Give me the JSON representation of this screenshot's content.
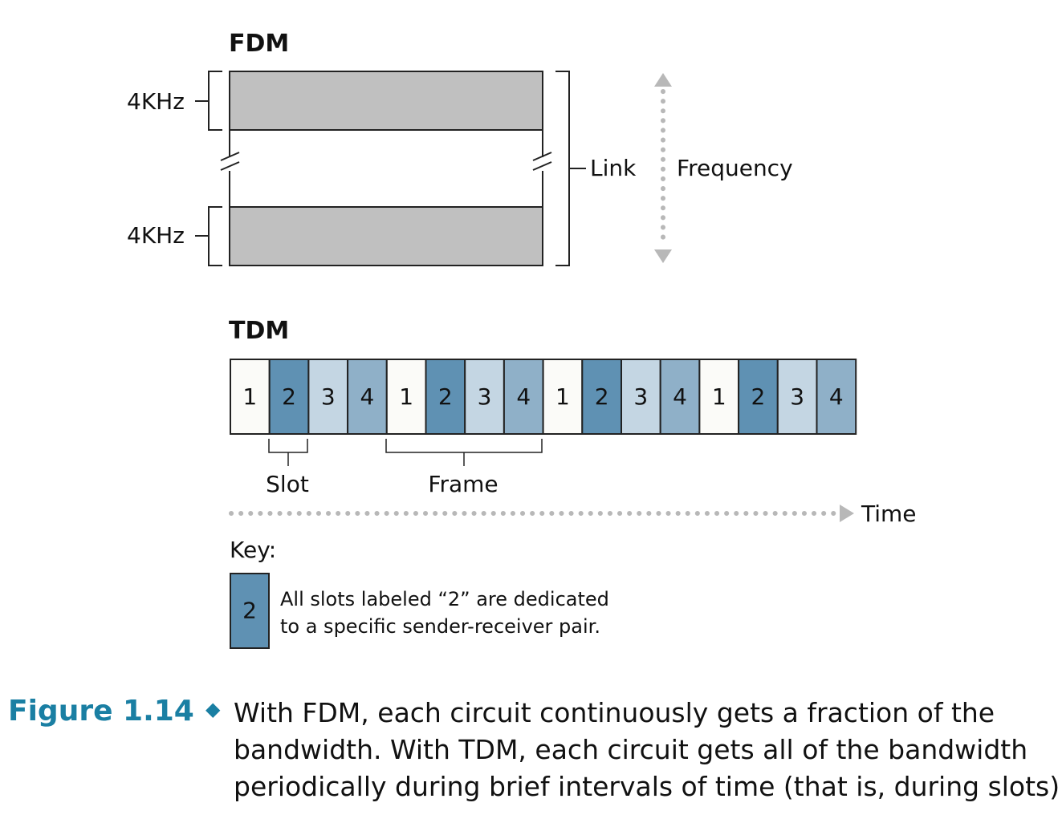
{
  "fdm": {
    "title": "FDM",
    "band_labels": [
      "4KHz",
      "4KHz"
    ],
    "link_label": "Link",
    "axis_label": "Frequency"
  },
  "tdm": {
    "title": "TDM",
    "slots": [
      "1",
      "2",
      "3",
      "4",
      "1",
      "2",
      "3",
      "4",
      "1",
      "2",
      "3",
      "4",
      "1",
      "2",
      "3",
      "4"
    ],
    "slot_label": "Slot",
    "frame_label": "Frame",
    "axis_label": "Time"
  },
  "key": {
    "title": "Key:",
    "swatch_label": "2",
    "line1": "All slots labeled “2” are dedicated",
    "line2": "to a specific sender-receiver pair."
  },
  "colors": {
    "band_fill": "#c0c0c0",
    "slot1": "#fbfbf8",
    "slot2": "#5f91b3",
    "slot3": "#c4d6e3",
    "slot4": "#8fb0c8",
    "arrow": "#b8b8b8",
    "caption_accent": "#1a7fa3"
  },
  "caption": {
    "label": "Figure 1.14",
    "lines": [
      "With FDM, each circuit continuously gets a fraction of the",
      "bandwidth. With TDM, each circuit gets all of the bandwidth",
      "periodically during brief intervals of time (that is, during slots)"
    ]
  }
}
